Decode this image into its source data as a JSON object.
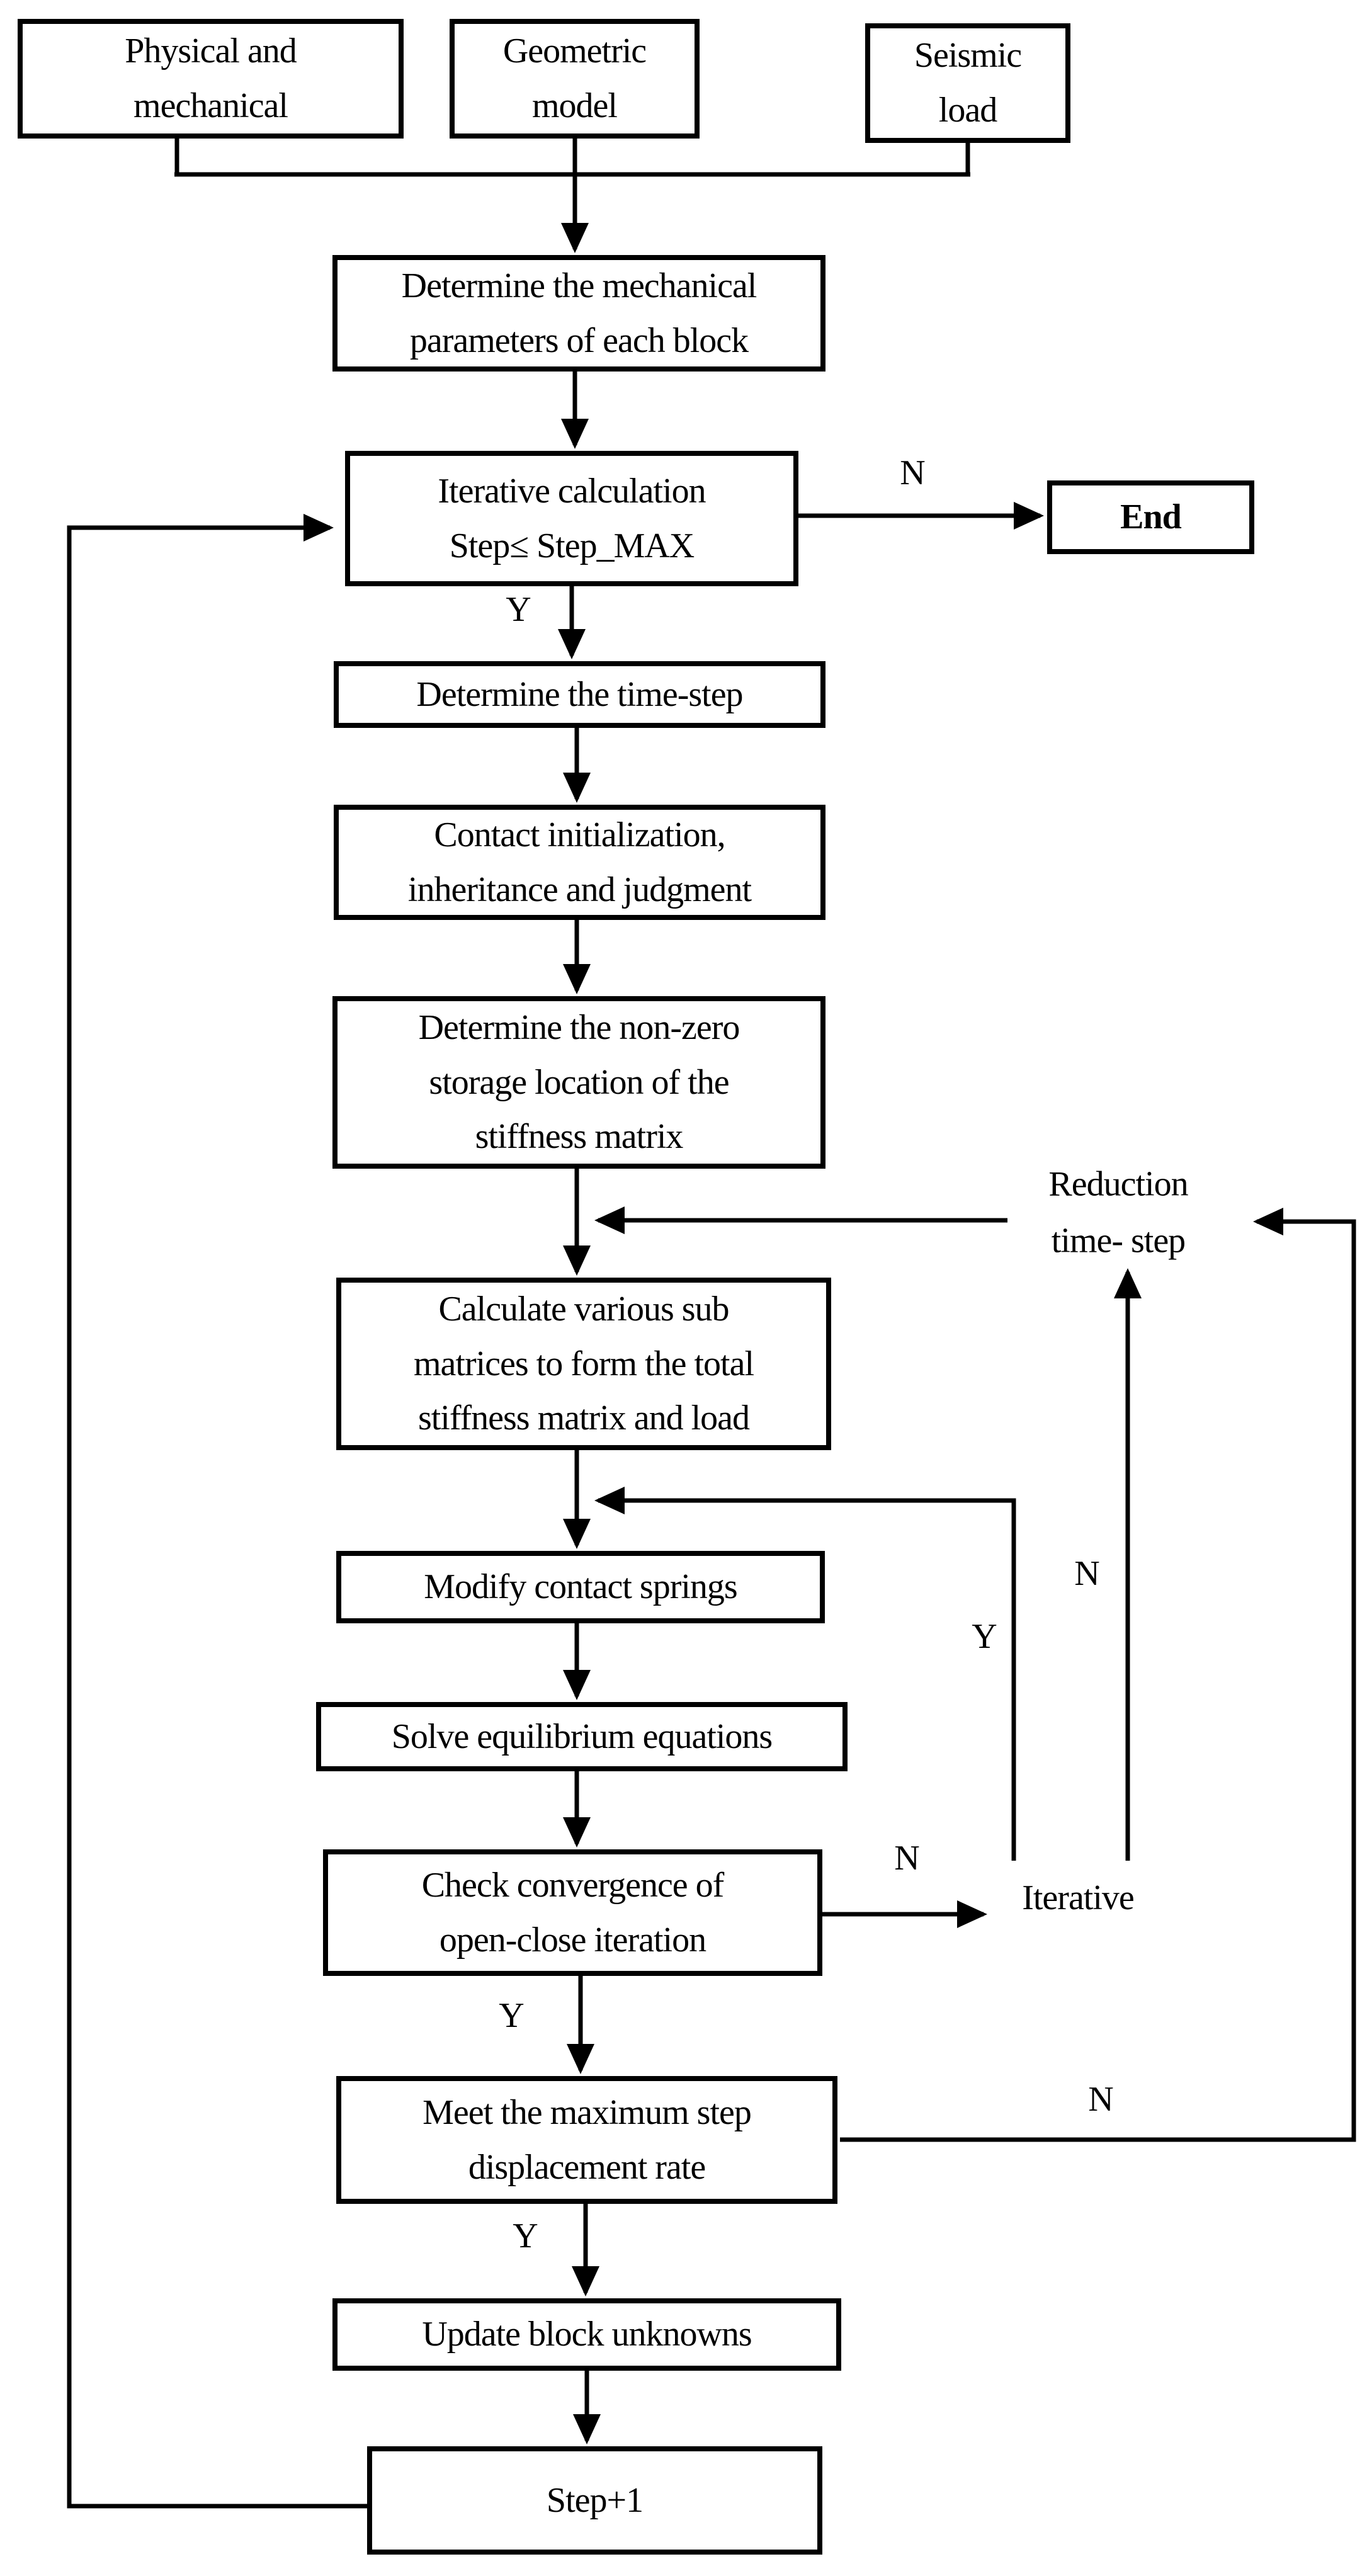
{
  "flowchart": {
    "nodes": {
      "physical": "Physical and\nmechanical",
      "geometric": "Geometric\nmodel",
      "seismic": "Seismic\nload",
      "determine_mech": "Determine the mechanical\nparameters of each block",
      "iterative_calc": "Iterative calculation\nStep≤ Step_MAX",
      "end": "End",
      "time_step": "Determine the time-step",
      "contact_init": "Contact initialization,\ninheritance and judgment",
      "nonzero_storage": "Determine the non-zero\nstorage location of the\nstiffness matrix",
      "calc_sub_matrices": "Calculate various sub\nmatrices to form the total\nstiffness matrix and load",
      "modify_springs": "Modify contact springs",
      "solve_equations": "Solve equilibrium equations",
      "check_convergence": "Check convergence of\nopen-close iteration",
      "meet_step_rate": "Meet the maximum step\ndisplacement rate",
      "update_unknowns": "Update block unknowns",
      "step_plus_one": "Step+1"
    },
    "edge_labels": {
      "no_end": "N",
      "yes_after_iterative_calc": "Y",
      "reduction_time_step": "Reduction\ntime- step",
      "yes_open_close_loop": "Y",
      "no_open_close_loop": "N",
      "no_check_convergence": "N",
      "iterative": "Iterative",
      "yes_check_convergence": "Y",
      "yes_meet_step": "Y",
      "no_meet_step": "N"
    },
    "colors": {
      "line": "#000000",
      "box_fill": "#ffffff",
      "text": "#000000"
    }
  }
}
